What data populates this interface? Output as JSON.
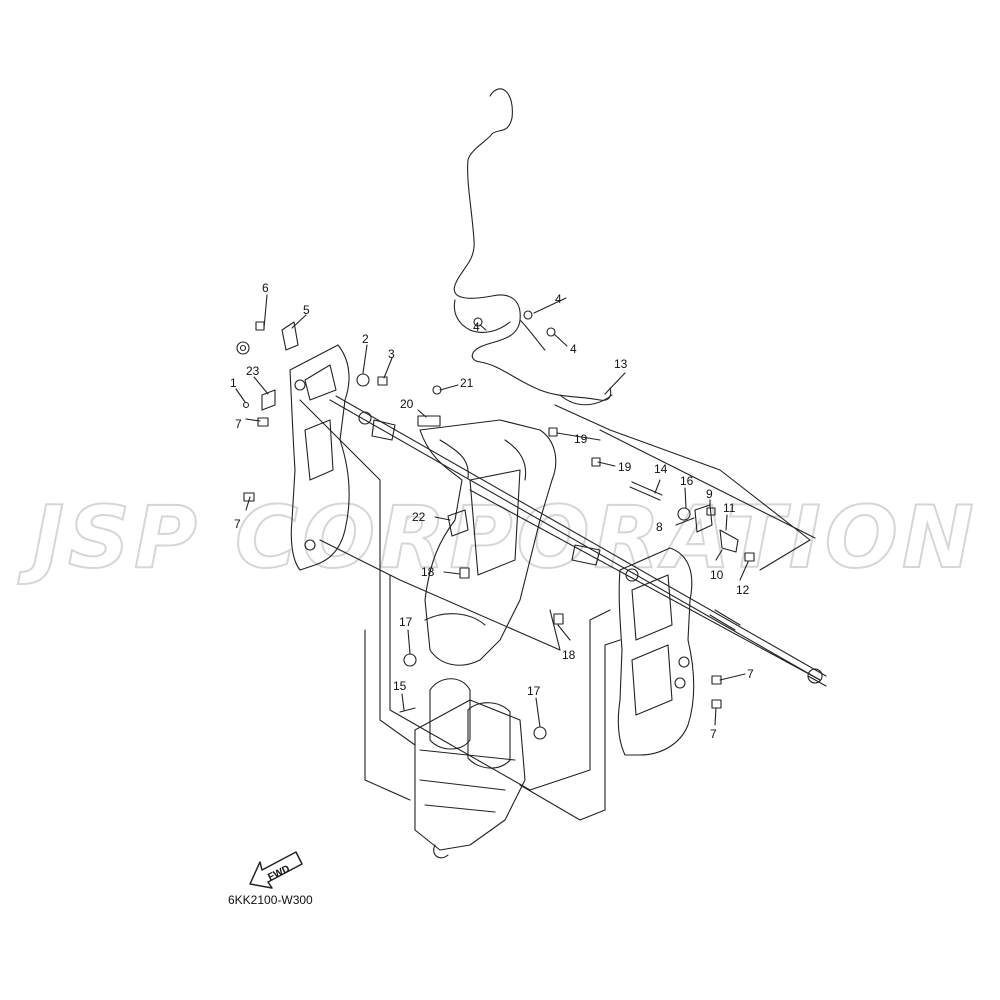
{
  "watermark": "JSP CORPORATION",
  "doc_code": "6KK2100-W300",
  "fwd_label": "FWD",
  "callouts": [
    {
      "id": "c6",
      "label": "6"
    },
    {
      "id": "c5",
      "label": "5"
    },
    {
      "id": "c2",
      "label": "2"
    },
    {
      "id": "c3",
      "label": "3"
    },
    {
      "id": "c23",
      "label": "23"
    },
    {
      "id": "c1",
      "label": "1"
    },
    {
      "id": "c7a",
      "label": "7"
    },
    {
      "id": "c7b",
      "label": "7"
    },
    {
      "id": "c4a",
      "label": "4"
    },
    {
      "id": "c4b",
      "label": "4"
    },
    {
      "id": "c4c",
      "label": "4"
    },
    {
      "id": "c13",
      "label": "13"
    },
    {
      "id": "c21",
      "label": "21"
    },
    {
      "id": "c20",
      "label": "20"
    },
    {
      "id": "c19a",
      "label": "19"
    },
    {
      "id": "c19b",
      "label": "19"
    },
    {
      "id": "c14",
      "label": "14"
    },
    {
      "id": "c16",
      "label": "16"
    },
    {
      "id": "c9",
      "label": "9"
    },
    {
      "id": "c11",
      "label": "11"
    },
    {
      "id": "c8",
      "label": "8"
    },
    {
      "id": "c10",
      "label": "10"
    },
    {
      "id": "c12",
      "label": "12"
    },
    {
      "id": "c22",
      "label": "22"
    },
    {
      "id": "c18a",
      "label": "18"
    },
    {
      "id": "c18b",
      "label": "18"
    },
    {
      "id": "c17a",
      "label": "17"
    },
    {
      "id": "c17b",
      "label": "17"
    },
    {
      "id": "c15",
      "label": "15"
    },
    {
      "id": "c7c",
      "label": "7"
    },
    {
      "id": "c7d",
      "label": "7"
    }
  ]
}
